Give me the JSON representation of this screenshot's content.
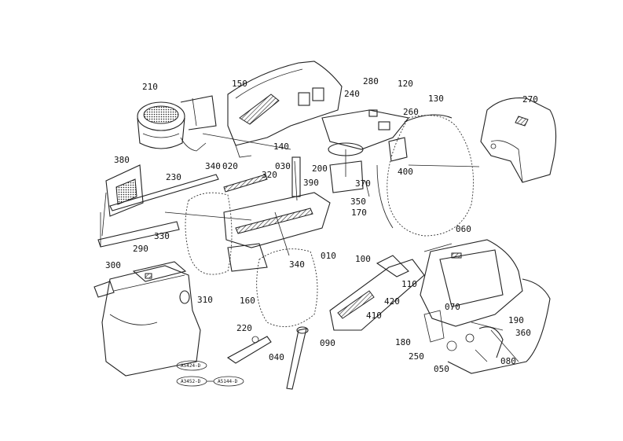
{
  "labels": {
    "p210": "210",
    "p150": "150",
    "p280": "280",
    "p120": "120",
    "p240": "240",
    "p130": "130",
    "p270": "270",
    "p260": "260",
    "p140": "140",
    "p380": "380",
    "p340a": "340",
    "p020": "020",
    "p030": "030",
    "p200": "200",
    "p400": "400",
    "p230": "230",
    "p320": "320",
    "p390": "390",
    "p370": "370",
    "p350": "350",
    "p170": "170",
    "p060": "060",
    "p330": "330",
    "p290": "290",
    "p010": "010",
    "p340b": "340",
    "p100": "100",
    "p300": "300",
    "p110": "110",
    "p420": "420",
    "p160": "160",
    "p310": "310",
    "p070": "070",
    "p410": "410",
    "p190": "190",
    "p220": "220",
    "p360": "360",
    "p180": "180",
    "p090": "090",
    "p250": "250",
    "p040": "040",
    "p080": "080",
    "p050": "050"
  },
  "ovals": {
    "o1": "A5424-D",
    "o2": "A3452-D",
    "o3": "A5144-D"
  }
}
